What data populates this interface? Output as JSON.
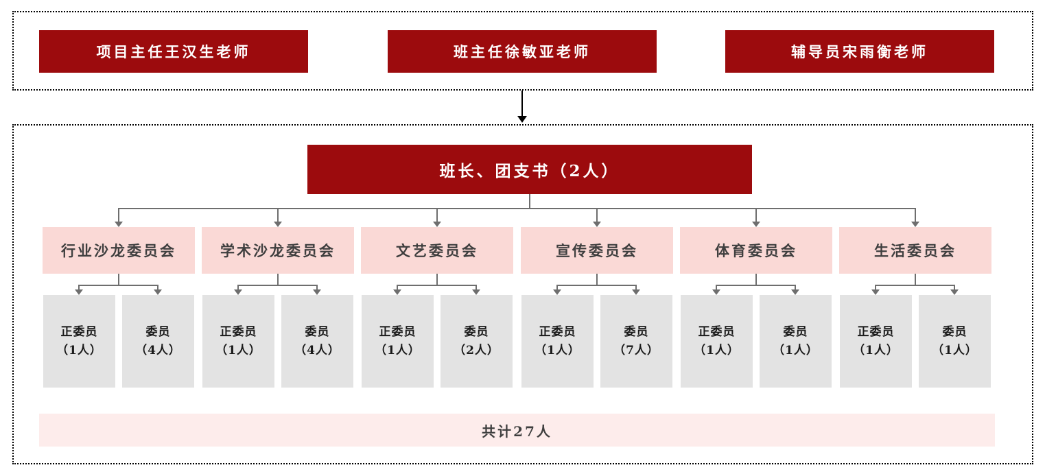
{
  "palette": {
    "dark_red": "#9c0b0d",
    "pink": "#fad9d6",
    "light_pink": "#fdeceb",
    "gray_box": "#e3e3e3",
    "connector": "#6e6e6e",
    "text_dark": "#3f3f3f"
  },
  "leadership": {
    "boxes": [
      {
        "label": "项目主任王汉生老师"
      },
      {
        "label": "班主任徐敏亚老师"
      },
      {
        "label": "辅导员宋雨衡老师"
      }
    ]
  },
  "org": {
    "root": "班长、团支书（2人）",
    "committees": [
      {
        "name": "行业沙龙委员会",
        "members": [
          {
            "role": "正委员",
            "count": "（1人）"
          },
          {
            "role": "委员",
            "count": "（4人）"
          }
        ]
      },
      {
        "name": "学术沙龙委员会",
        "members": [
          {
            "role": "正委员",
            "count": "（1人）"
          },
          {
            "role": "委员",
            "count": "（4人）"
          }
        ]
      },
      {
        "name": "文艺委员会",
        "members": [
          {
            "role": "正委员",
            "count": "（1人）"
          },
          {
            "role": "委员",
            "count": "（2人）"
          }
        ]
      },
      {
        "name": "宣传委员会",
        "members": [
          {
            "role": "正委员",
            "count": "（1人）"
          },
          {
            "role": "委员",
            "count": "（7人）"
          }
        ]
      },
      {
        "name": "体育委员会",
        "members": [
          {
            "role": "正委员",
            "count": "（1人）"
          },
          {
            "role": "委员",
            "count": "（1人）"
          }
        ]
      },
      {
        "name": "生活委员会",
        "members": [
          {
            "role": "正委员",
            "count": "（1人）"
          },
          {
            "role": "委员",
            "count": "（1人）"
          }
        ]
      }
    ],
    "total": "共计27人"
  }
}
